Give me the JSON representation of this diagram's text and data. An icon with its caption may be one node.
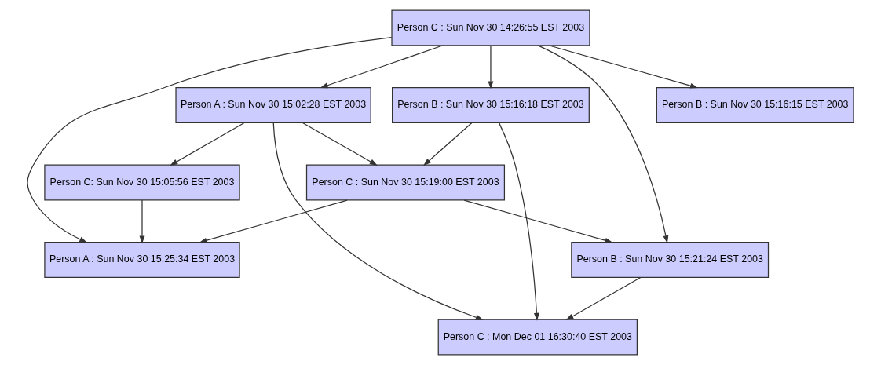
{
  "diagram": {
    "nodes": [
      {
        "text": [
          "Person C : Sun Nov 30 14:26:55 EST 2003"
        ]
      },
      {
        "text": [
          "Person A : Sun Nov 30 15:02:28 EST 2003"
        ]
      },
      {
        "text": [
          "Person B : Sun Nov 30 15:16:18 EST 2003"
        ]
      },
      {
        "text": [
          "Person B : Sun Nov 30 15:16:15 EST 2003"
        ]
      },
      {
        "text": [
          "Person C: Sun Nov 30 15:05:56 EST 2003"
        ]
      },
      {
        "text": [
          "Person C : Sun Nov 30 15:19:00 EST 2003"
        ]
      },
      {
        "text": [
          "Person A : Sun Nov 30 15:25:34 EST 2003"
        ]
      },
      {
        "text": [
          "Person B : Sun Nov 30 15:21:24 EST 2003"
        ]
      },
      {
        "text": [
          "Person C : Mon Dec 01 16:30:40 EST 2003"
        ]
      }
    ],
    "edges": [
      {
        "from": 0,
        "to": 1,
        "arrow": "to"
      },
      {
        "from": 0,
        "to": 6,
        "arrow": "to"
      },
      {
        "from": 0,
        "to": 2,
        "arrow": "to"
      },
      {
        "from": 0,
        "to": 7,
        "arrow": "to"
      },
      {
        "from": 0,
        "to": 3,
        "arrow": "to"
      },
      {
        "from": 1,
        "to": 8,
        "arrow": "to"
      },
      {
        "from": 1,
        "to": 4,
        "arrow": "to"
      },
      {
        "from": 1,
        "to": 5,
        "arrow": "to"
      },
      {
        "from": 2,
        "to": 5,
        "arrow": "to"
      },
      {
        "from": 2,
        "to": 8,
        "arrow": "to"
      },
      {
        "from": 4,
        "to": 6,
        "arrow": "to"
      },
      {
        "from": 5,
        "to": 6,
        "arrow": "to"
      },
      {
        "from": 5,
        "to": 7,
        "arrow": "to"
      },
      {
        "from": 7,
        "to": 8,
        "arrow": "to"
      }
    ]
  }
}
